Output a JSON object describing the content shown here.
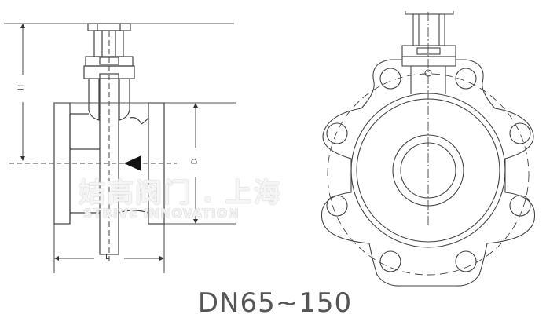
{
  "diagram": {
    "side_view": {
      "dimension_labels": {
        "height": "H",
        "diameter": "D",
        "length": "L"
      }
    },
    "front_view": {
      "bolt_holes": 8
    },
    "watermark": {
      "chinese": "姞高阀门 . 上海",
      "english": "STRIVE INNOVATION"
    },
    "caption": "DN65~150",
    "colors": {
      "line": "#333333",
      "caption": "#555555",
      "background": "#ffffff"
    }
  }
}
